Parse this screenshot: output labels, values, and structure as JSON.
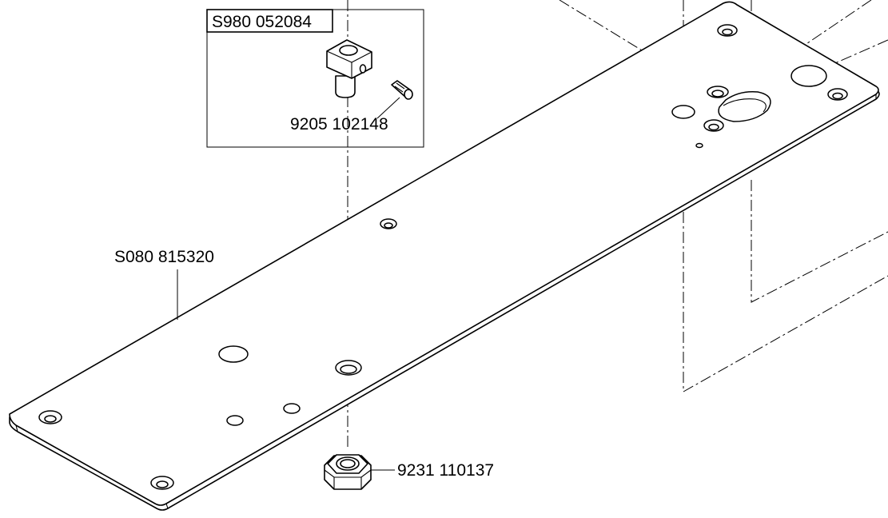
{
  "labels": {
    "kit_box": "S980 052084",
    "set_screw": "9205 102148",
    "plate": "S080 815320",
    "nut": "9231 110137"
  }
}
